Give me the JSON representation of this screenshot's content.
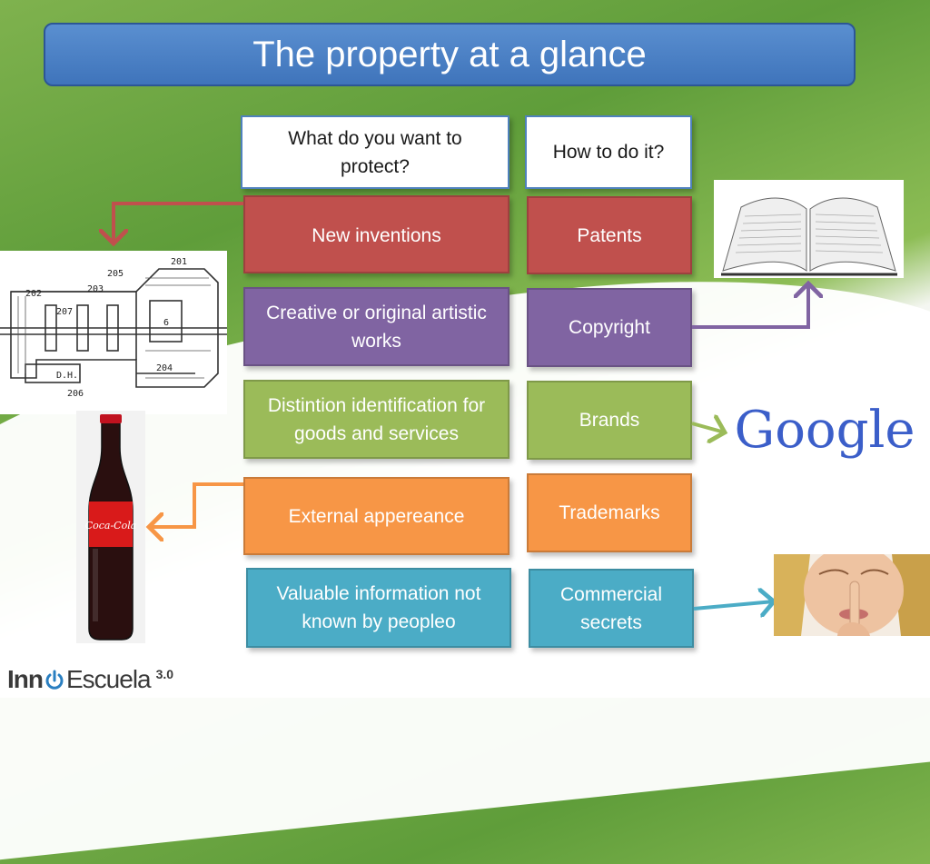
{
  "slide": {
    "title": "The property at a glance"
  },
  "headers": {
    "what": "What do you want to protect?",
    "how": "How to do it?"
  },
  "rows": [
    {
      "what": "New inventions",
      "how": "Patents",
      "color": "#c0504d"
    },
    {
      "what": "Creative or original artistic works",
      "how": "Copyright",
      "color": "#8064a2"
    },
    {
      "what": "Distintion identification for goods and services",
      "how": "Brands",
      "color": "#9bbb59"
    },
    {
      "what": "External appereance",
      "how": "Trademarks",
      "color": "#f79646"
    },
    {
      "what": "Valuable information not known by peopleo",
      "how": "Commercial secrets",
      "color": "#4bacc6"
    }
  ],
  "images": {
    "patent_drawing_labels": [
      "201",
      "202",
      "203",
      "205",
      "207",
      "6",
      "204",
      "206",
      "D.H."
    ],
    "bottle_label": "Coca-Cola",
    "brand_logo": "Google"
  },
  "logo": {
    "part1": "Inn",
    "part2": "Escuela",
    "version": "3.0"
  }
}
